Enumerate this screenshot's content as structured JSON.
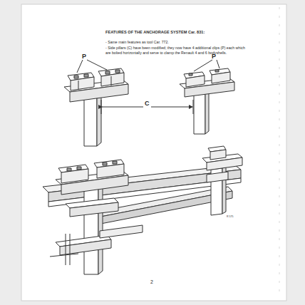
{
  "diagram": {
    "title": "FEATURES OF THE ANCHORAGE SYSTEM Car. 831:",
    "labels": [
      "- Same main features as tool Car. 772.",
      "- Side pillars (C) have been modified; they now have 4 additional clips (P) each which are bolted horizontally and serve to clamp the Renault 4 and 6 bodyshells.",
      "P",
      "P",
      "C",
      "R 575",
      "2"
    ]
  }
}
